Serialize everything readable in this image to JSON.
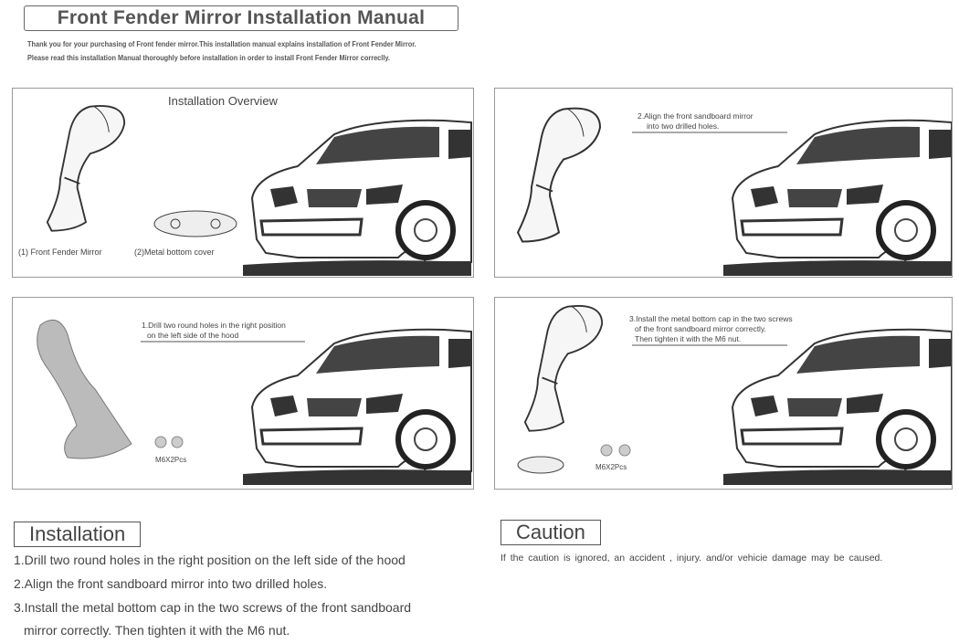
{
  "title": "Front  Fender Mirror Installation Manual",
  "intro": [
    "Thank you for your purchasing of Front fender mirror.This installation manual explains installation of Front Fender Mirror.",
    "Please read this installation Manual thoroughly before installation in order to install Front Fender Mirror correclly."
  ],
  "overview": {
    "title": "Installation Overview",
    "label1": "(1) Front Fender Mirror",
    "label2": "(2)Metal bottom cover"
  },
  "panel2": {
    "caption": [
      "2.Align the front sandboard mirror",
      "into two drilled holes."
    ]
  },
  "panel3": {
    "caption": [
      "1.Drill two round holes in the right position",
      "on the left side of the hood"
    ],
    "nuts": "M6X2Pcs"
  },
  "panel4": {
    "caption": [
      "3.Install the metal bottom cap in the two screws",
      "of the front sandboard mirror correctly.",
      "Then tighten it with the M6 nut."
    ],
    "nuts": "M6X2Pcs"
  },
  "installation": {
    "heading": "Installation",
    "steps": [
      "1.Drill two round holes in the right position on the left side of the hood",
      "2.Align the front sandboard mirror into two drilled holes.",
      "3.Install the metal bottom cap in the two screws of the front sandboard",
      "mirror correctly. Then tighten it with the M6 nut."
    ]
  },
  "caution": {
    "heading": "Caution",
    "text": "If the caution is ignored, an accident , injury.  and/or vehicie damage may be caused."
  }
}
